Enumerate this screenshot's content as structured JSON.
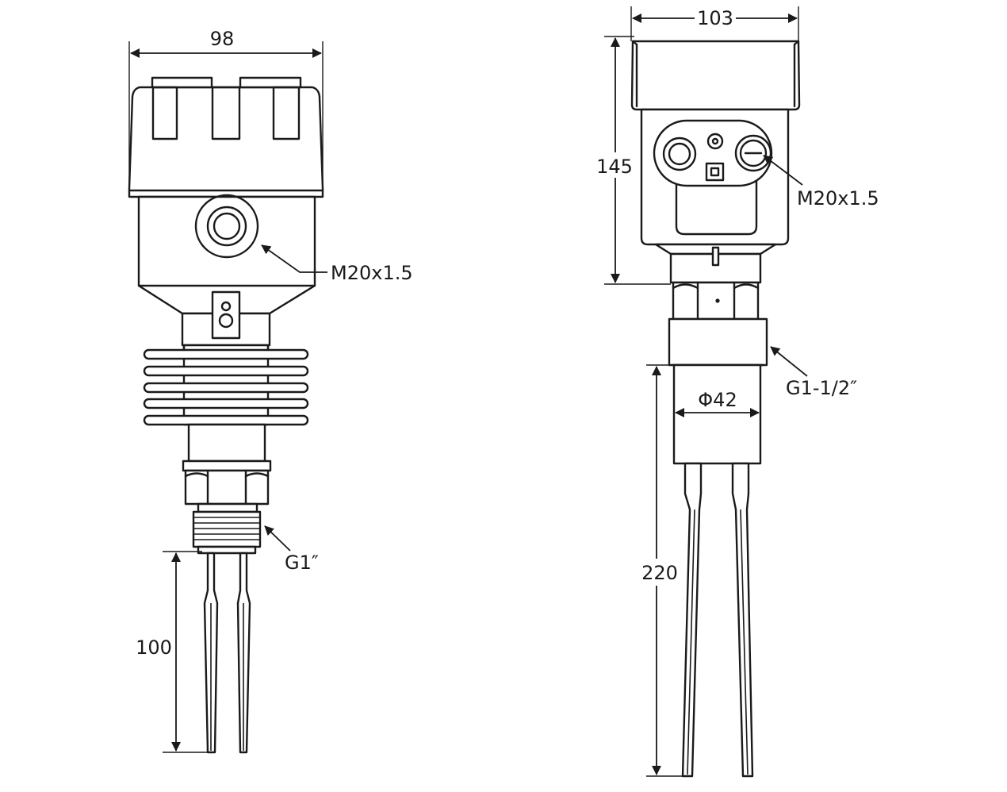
{
  "left_view": {
    "width_label": "98",
    "length_label": "100",
    "cable_entry_label": "M20x1.5",
    "thread_label": "G1″"
  },
  "right_view": {
    "width_label": "103",
    "height_label": "145",
    "cable_entry_label": "M20x1.5",
    "thread_label": "G1-1/2″",
    "diameter_label": "Φ42",
    "length_label": "220"
  },
  "colors": {
    "line": "#1a1a1a",
    "background": "#ffffff"
  }
}
